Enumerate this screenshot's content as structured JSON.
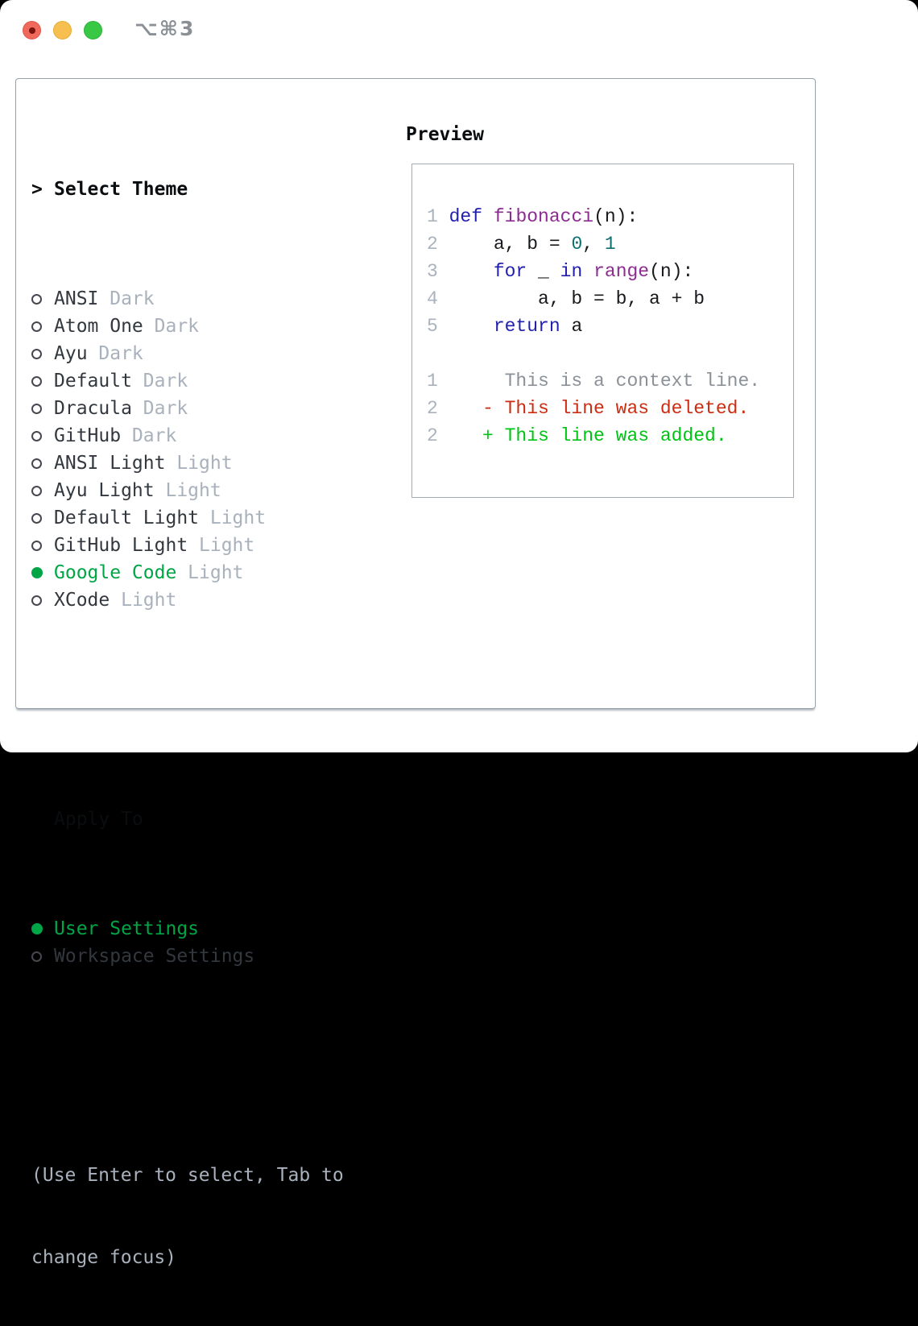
{
  "titlebar": {
    "shortcut": "⌥⌘3"
  },
  "theme_picker": {
    "marker": ">",
    "title": "Select Theme",
    "items": [
      {
        "name": "ANSI",
        "variant": "Dark",
        "selected": false
      },
      {
        "name": "Atom One",
        "variant": "Dark",
        "selected": false
      },
      {
        "name": "Ayu",
        "variant": "Dark",
        "selected": false
      },
      {
        "name": "Default",
        "variant": "Dark",
        "selected": false
      },
      {
        "name": "Dracula",
        "variant": "Dark",
        "selected": false
      },
      {
        "name": "GitHub",
        "variant": "Dark",
        "selected": false
      },
      {
        "name": "ANSI Light",
        "variant": "Light",
        "selected": false
      },
      {
        "name": "Ayu Light",
        "variant": "Light",
        "selected": false
      },
      {
        "name": "Default Light",
        "variant": "Light",
        "selected": false
      },
      {
        "name": "GitHub Light",
        "variant": "Light",
        "selected": false
      },
      {
        "name": "Google Code",
        "variant": "Light",
        "selected": true
      },
      {
        "name": "XCode",
        "variant": "Light",
        "selected": false
      }
    ],
    "apply_to": {
      "title": "Apply To",
      "options": [
        {
          "label": "User Settings",
          "selected": true
        },
        {
          "label": "Workspace Settings",
          "selected": false
        }
      ]
    },
    "hint_lines": [
      "(Use Enter to select, Tab to",
      "change focus)"
    ]
  },
  "preview": {
    "title": "Preview",
    "lines": [
      {
        "tokens": [
          [
            "num",
            "1 "
          ],
          [
            "kw",
            "def"
          ],
          [
            "pln",
            " "
          ],
          [
            "fn",
            "fibonacci"
          ],
          [
            "pln",
            "(n):"
          ]
        ]
      },
      {
        "tokens": [
          [
            "num",
            "2 "
          ],
          [
            "pln",
            "    a, b = "
          ],
          [
            "lit",
            "0"
          ],
          [
            "pln",
            ", "
          ],
          [
            "lit",
            "1"
          ]
        ]
      },
      {
        "tokens": [
          [
            "num",
            "3 "
          ],
          [
            "pln",
            "    "
          ],
          [
            "kw",
            "for"
          ],
          [
            "pln",
            " _ "
          ],
          [
            "kw",
            "in"
          ],
          [
            "pln",
            " "
          ],
          [
            "fn",
            "range"
          ],
          [
            "pln",
            "(n):"
          ]
        ]
      },
      {
        "tokens": [
          [
            "num",
            "4 "
          ],
          [
            "pln",
            "        a, b = b, a + b"
          ]
        ]
      },
      {
        "tokens": [
          [
            "num",
            "5 "
          ],
          [
            "pln",
            "    "
          ],
          [
            "kw",
            "return"
          ],
          [
            "pln",
            " a"
          ]
        ]
      },
      {
        "tokens": []
      },
      {
        "tokens": [
          [
            "num",
            "1 "
          ],
          [
            "ctx",
            "     This is a context line."
          ]
        ]
      },
      {
        "tokens": [
          [
            "num",
            "2 "
          ],
          [
            "del",
            "   - This line was deleted."
          ]
        ]
      },
      {
        "tokens": [
          [
            "num",
            "2 "
          ],
          [
            "add",
            "   + This line was added."
          ]
        ]
      }
    ]
  },
  "colors": {
    "accent_green": "#00a546",
    "diff_added_green": "#00c414",
    "diff_deleted_red": "#cc2d12",
    "keyword_blue": "#221fae",
    "function_purple": "#8c2b90",
    "number_teal": "#0c6f72",
    "muted_gray": "#a9b1bc",
    "traffic_red": "#f1685d",
    "traffic_yellow": "#f6bf4f",
    "traffic_green": "#38c846"
  }
}
